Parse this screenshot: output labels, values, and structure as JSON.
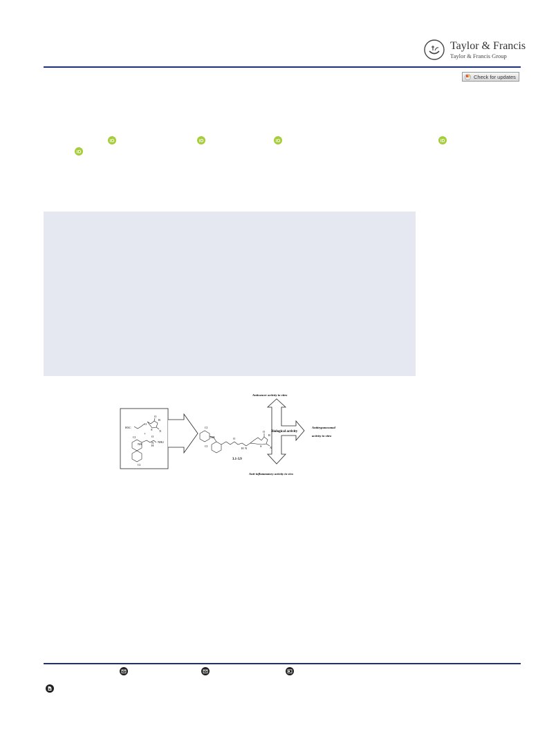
{
  "publisher": {
    "name": "Taylor & Francis",
    "group": "Taylor & Francis Group"
  },
  "check_updates": {
    "label": "Check for updates",
    "icon": "crossmark-icon"
  },
  "authors": {
    "orcid_icon": "orcid-icon",
    "orcid_badge_text": "iD"
  },
  "graphical_abstract": {
    "anticancer": "Anticancer activity in vitro",
    "antitrypanosomal_line1": "Antitrypanosomal",
    "antitrypanosomal_line2": "activity in vitro",
    "antiinflammatory": "Anti-inflammatory activity in vivo",
    "biological_activity": "Biological activity",
    "compound_range": "3.1-3.9",
    "plus": "+",
    "atoms": {
      "cl_top": "Cl",
      "cl_bottom": "Cl",
      "nh": "NH",
      "cl_right_top": "Cl",
      "cl_right_bottom": "Cl",
      "nh_right": "NH",
      "h3c": "H3C",
      "o": "O",
      "r": "R",
      "s": "S",
      "x": "X",
      "nh2": "NH2",
      "h": "H",
      "n": "N"
    }
  },
  "footer": {
    "icons": [
      "email-icon",
      "email-icon",
      "card-icon",
      "supplementary-icon"
    ]
  },
  "colors": {
    "header_rule": "#1b2f7a",
    "abstract_background": "#e5e8f1",
    "orcid_green": "#a6ce39"
  }
}
